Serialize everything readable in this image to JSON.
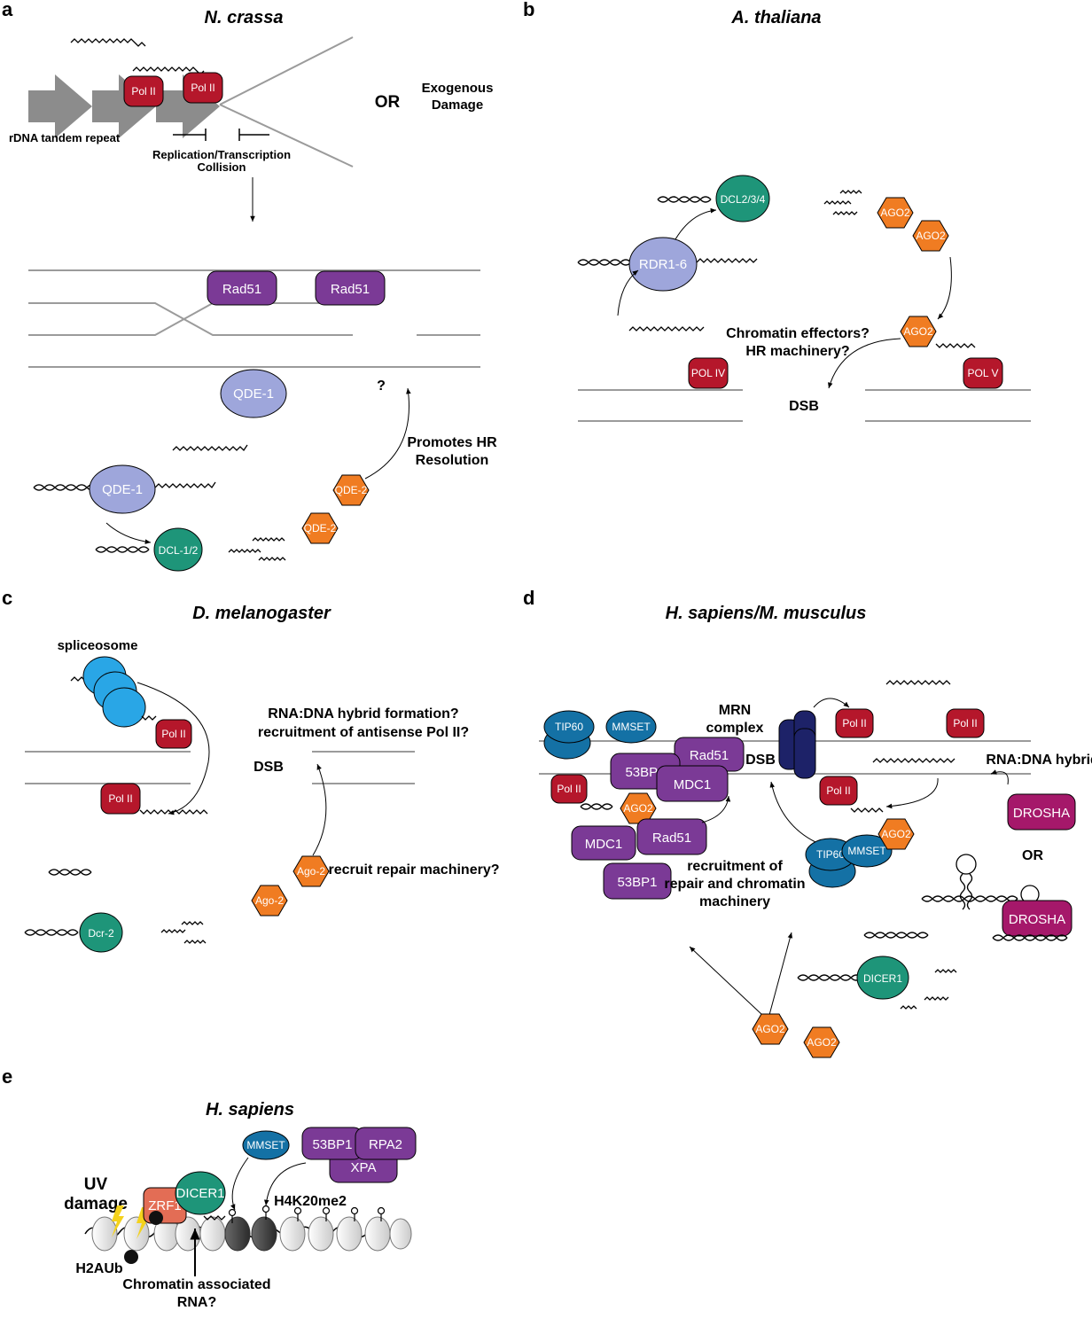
{
  "panels": {
    "a": {
      "letter": "a",
      "title": "N. crassa",
      "pol2_a": "Pol II",
      "pol2_b": "Pol II",
      "rdna": "rDNA tandem repeat",
      "collision_1": "Replication/Transcription",
      "collision_2": "Collision",
      "or": "OR",
      "exo_1": "Exogenous",
      "exo_2": "Damage",
      "rad51_a": "Rad51",
      "rad51_b": "Rad51",
      "qde1_top": "QDE-1",
      "qde1_bottom": "QDE-1",
      "dcl": "DCL-1/2",
      "qde2_a": "QDE-2",
      "qde2_b": "QDE-2",
      "question": "?",
      "promotes_1": "Promotes HR",
      "promotes_2": "Resolution"
    },
    "b": {
      "letter": "b",
      "title": "A. thaliana",
      "dcl": "DCL2/3/4",
      "rdr": "RDR1-6",
      "ago2_a": "AGO2",
      "ago2_b": "AGO2",
      "ago2_c": "AGO2",
      "chrom_1": "Chromatin effectors?",
      "chrom_2": "HR machinery?",
      "pol4": "POL IV",
      "pol5": "POL V",
      "dsb": "DSB"
    },
    "c": {
      "letter": "c",
      "title": "D. melanogaster",
      "spliceosome": "spliceosome",
      "pol2_a": "Pol II",
      "pol2_b": "Pol II",
      "hybrid_1": "RNA:DNA hybrid formation?",
      "hybrid_2": "recruitment of antisense Pol II?",
      "dsb": "DSB",
      "recruit": "recruit repair machinery?",
      "ago_a": "Ago-2",
      "ago_b": "Ago-2",
      "dcr": "Dcr-2"
    },
    "d": {
      "letter": "d",
      "title": "H. sapiens/M. musculus",
      "mrn_1": "MRN",
      "mrn_2": "complex",
      "tip60_a": "TIP60",
      "mmset_a": "MMSET",
      "rad51_a": "Rad51",
      "bp53_a": "53BP1",
      "mdc1_a": "MDC1",
      "dsb": "DSB",
      "pol2_a": "Pol II",
      "pol2_b": "Pol II",
      "pol2_c": "Pol II",
      "pol2_d": "Pol II",
      "ago2_a": "AGO2",
      "ago2_b": "AGO2",
      "ago2_c": "AGO2",
      "ago2_d": "AGO2",
      "mdc1_b": "MDC1",
      "rad51_b": "Rad51",
      "bp53_b": "53BP1",
      "recruit_1": "recruitment of",
      "recruit_2": "repair and chromatin",
      "recruit_3": "machinery",
      "tip60_b": "TIP60",
      "mmset_b": "MMSET",
      "hybrid": "RNA:DNA hybrid?",
      "drosha_a": "DROSHA",
      "or": "OR",
      "drosha_b": "DROSHA",
      "dicer": "DICER1"
    },
    "e": {
      "letter": "e",
      "title": "H. sapiens",
      "mmset": "MMSET",
      "bp53": "53BP1",
      "rpa2": "RPA2",
      "xpa": "XPA",
      "uv_1": "UV",
      "uv_2": "damage",
      "zrf1": "ZRF1",
      "dicer": "DICER1",
      "h4k": "H4K20me2",
      "h2aub": "H2AUb",
      "car_1": "Chromatin associated",
      "car_2": "RNA?"
    }
  },
  "colors": {
    "pol": "#b5172b",
    "rad51": "#7b3a96",
    "qde1": "#9ea6db",
    "dcl": "#1e9579",
    "ago": "#f07c22",
    "blue_cplx": "#1471a5",
    "mrn": "#1d2268",
    "drosha": "#a5186a",
    "zrf1": "#e36d55",
    "spliceosome": "#29a6e6",
    "dna_line": "#9b9b9b",
    "arrow": "#9b9b9b"
  }
}
